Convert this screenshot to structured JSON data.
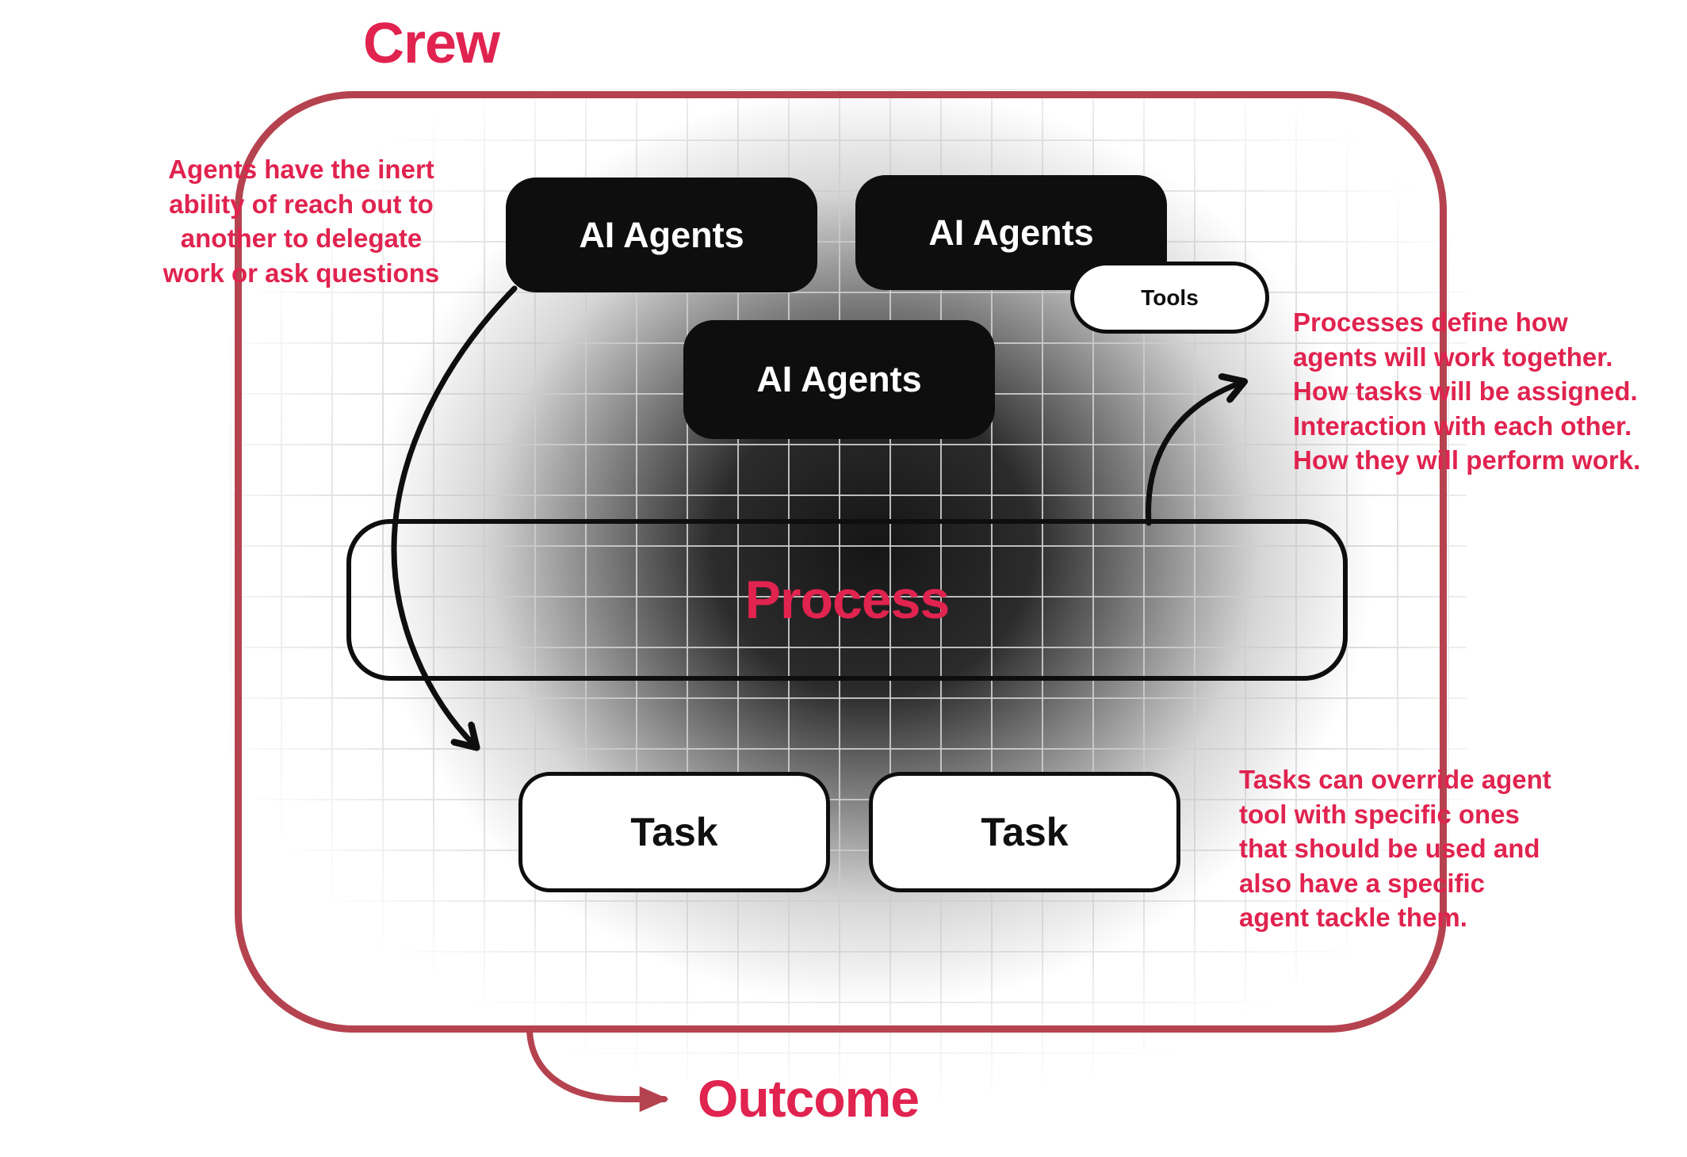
{
  "title": "Crew",
  "outcome_label": "Outcome",
  "colors": {
    "crimson_text": "#E0234F",
    "border_red": "#B5434F",
    "box_black": "#0E0E0E",
    "box_white": "#FFFFFF",
    "grid_line": "#CDCDCD"
  },
  "boxes": {
    "agents": [
      {
        "label": "AI Agents"
      },
      {
        "label": "AI Agents"
      },
      {
        "label": "AI Agents"
      }
    ],
    "tools_label": "Tools",
    "process_label": "Process",
    "tasks": [
      {
        "label": "Task"
      },
      {
        "label": "Task"
      }
    ]
  },
  "annotations": {
    "left_lines": [
      "Agents have the inert",
      "ability of reach out to",
      "another to delegate",
      "work or ask questions"
    ],
    "right_top_lines": [
      "Processes define how",
      "agents will work together.",
      "How tasks will be assigned.",
      "Interaction with each other.",
      "How they will perform work."
    ],
    "right_bottom_lines": [
      "Tasks can override agent",
      "tool with specific ones",
      "that should be used and",
      "also have a specific",
      "agent tackle them."
    ]
  },
  "icons": {
    "delegation_arrow": "curved-black-arrow-agents-to-task",
    "process_arrow": "curved-black-arrow-process-to-note",
    "outcome_arrow": "curved-red-arrow-to-outcome"
  }
}
